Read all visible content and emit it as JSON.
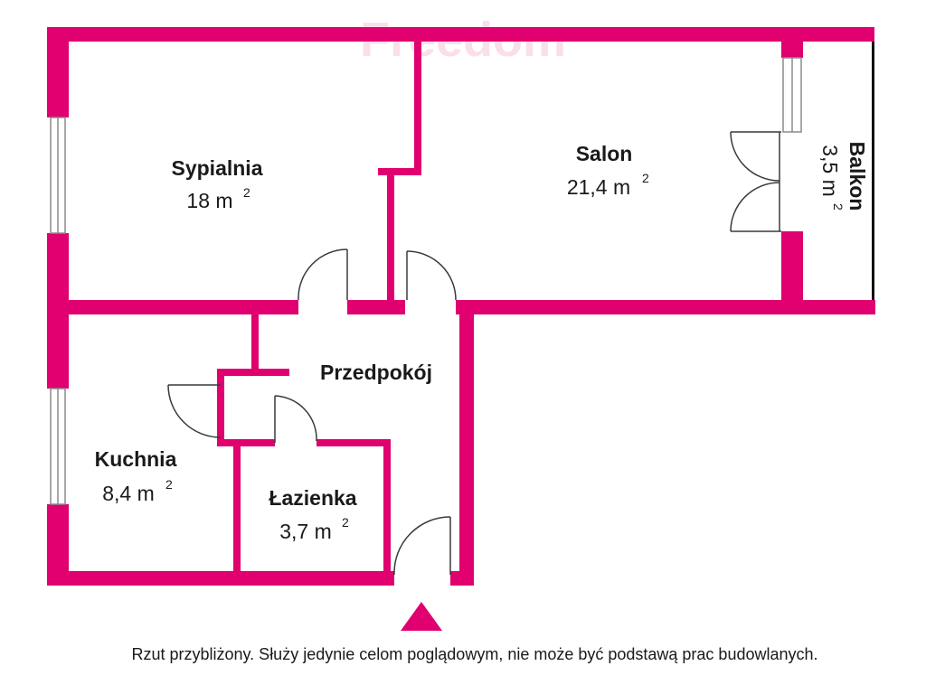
{
  "watermark": "Freedom",
  "colors": {
    "wall": "#e0006f",
    "door_line": "#3a3a3a",
    "window_line": "#8a8a8a",
    "background": "#ffffff"
  },
  "rooms": [
    {
      "name": "Sypialnia",
      "area": "18 m",
      "area_sup": "2"
    },
    {
      "name": "Salon",
      "area": "21,4 m",
      "area_sup": "2"
    },
    {
      "name": "Balkon",
      "area": "3,5 m",
      "area_sup": "2"
    },
    {
      "name": "Przedpokój",
      "area": "",
      "area_sup": ""
    },
    {
      "name": "Kuchnia",
      "area": "8,4 m",
      "area_sup": "2"
    },
    {
      "name": "Łazienka",
      "area": "3,7 m",
      "area_sup": "2"
    }
  ],
  "entrance_icon": "entrance-arrow-icon",
  "caption": "Rzut przybliżony. Służy jedynie celom poglądowym, nie może być podstawą prac budowlanych."
}
